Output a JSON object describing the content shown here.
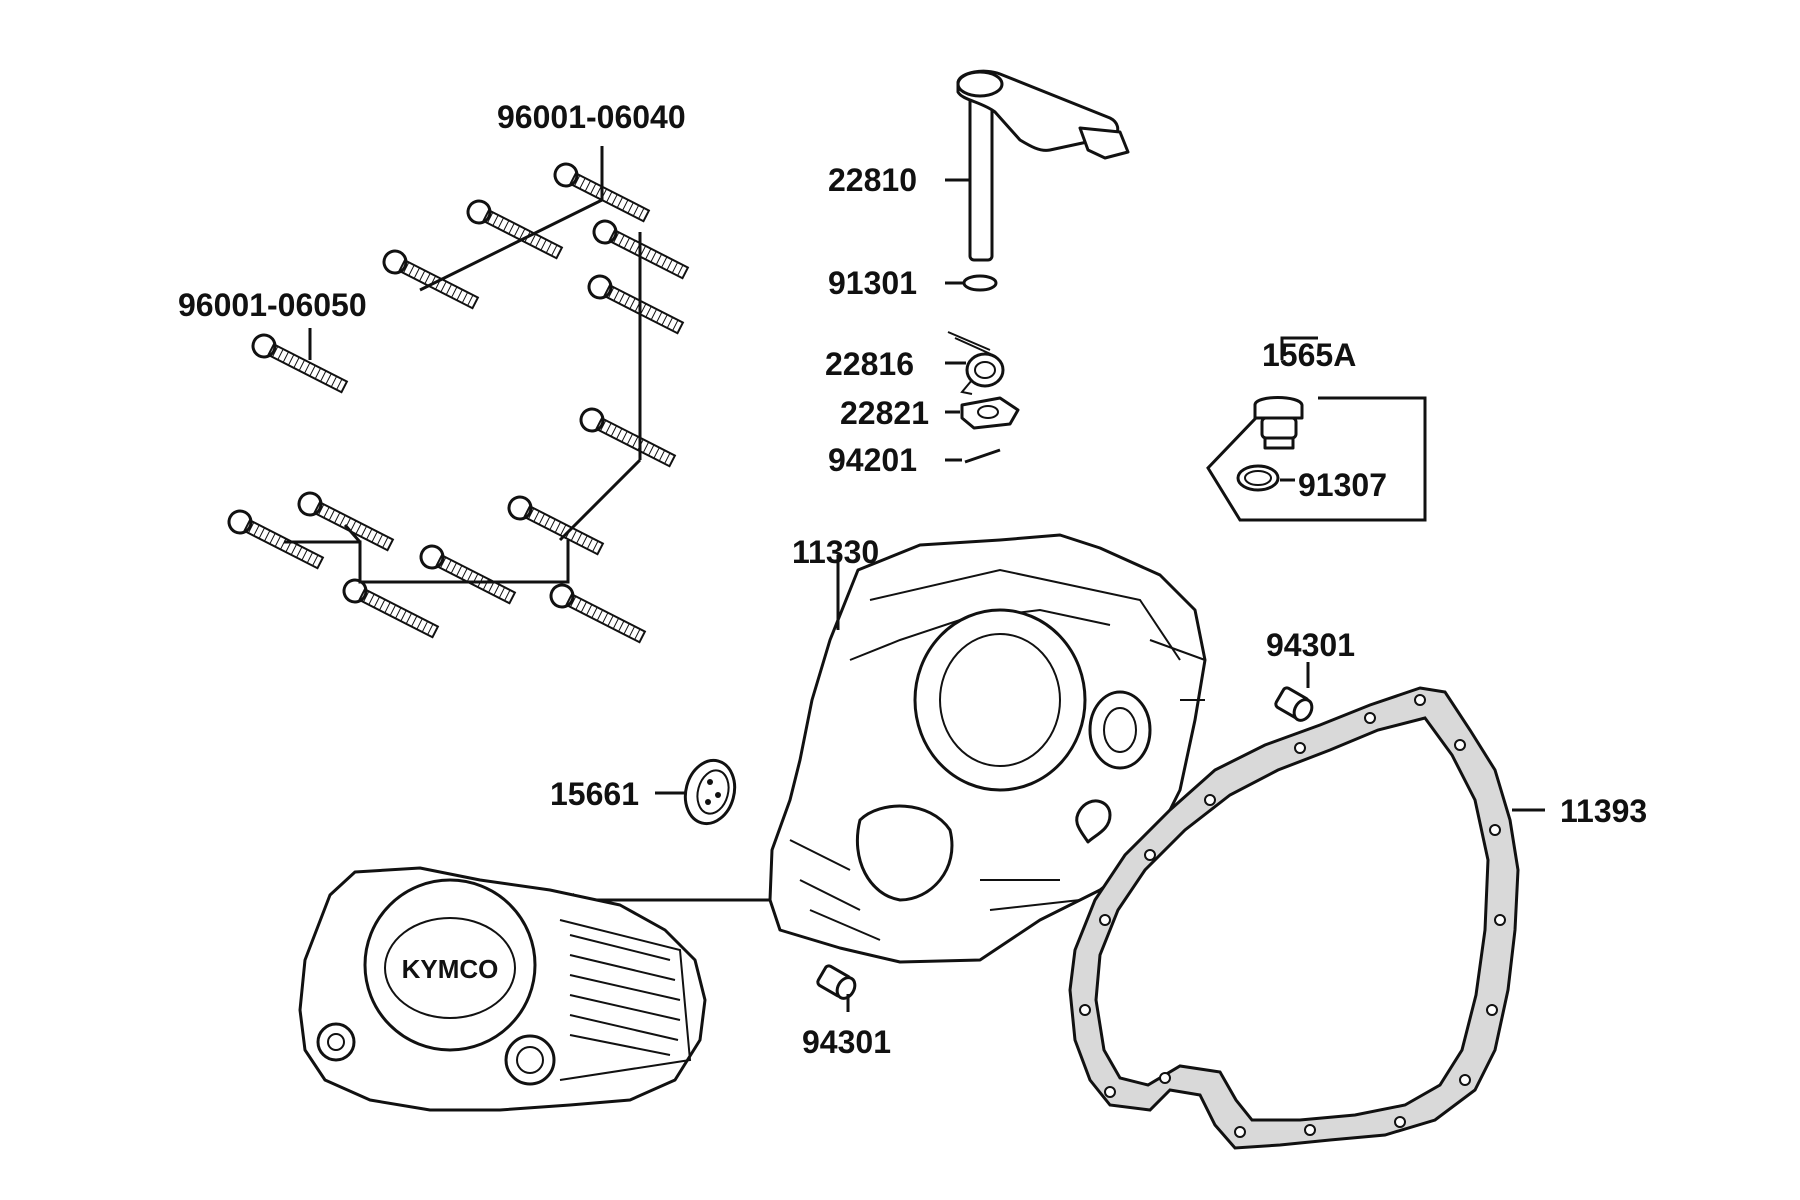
{
  "labels": {
    "p96001_06040": "96001-06040",
    "p96001_06050": "96001-06050",
    "p22810": "22810",
    "p91301": "91301",
    "p22816": "22816",
    "p22821": "22821",
    "p94201": "94201",
    "p1565A": "1565A",
    "p91307": "91307",
    "p11330": "11330",
    "p94301_top": "94301",
    "p94301_bottom": "94301",
    "p15661": "15661",
    "p11393": "11393"
  },
  "logo": {
    "text": "KYMCO"
  }
}
